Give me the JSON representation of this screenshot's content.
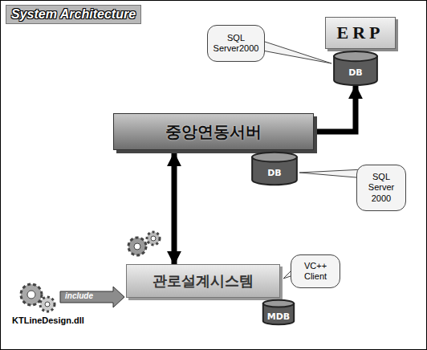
{
  "diagram": {
    "title": "System Architecture",
    "nodes": [
      {
        "text": [
          "ERP"
        ]
      },
      {
        "text": [
          "DB"
        ]
      },
      {
        "text": [
          "SQL Server2000"
        ]
      },
      {
        "text": [
          "중앙연동서버"
        ]
      },
      {
        "text": [
          "DB"
        ]
      },
      {
        "text": [
          "SQL Server 2000"
        ]
      },
      {
        "text": [
          "관로설계시스템"
        ]
      },
      {
        "text": [
          "MDB"
        ]
      },
      {
        "text": [
          "VC++ Client"
        ]
      }
    ],
    "edges": [
      {
        "from": 3,
        "to": 1,
        "arrow": "to"
      },
      {
        "from": 3,
        "to": 6,
        "arrow": "both"
      }
    ],
    "labels": [
      "include",
      "KTLineDesign.dll"
    ]
  }
}
